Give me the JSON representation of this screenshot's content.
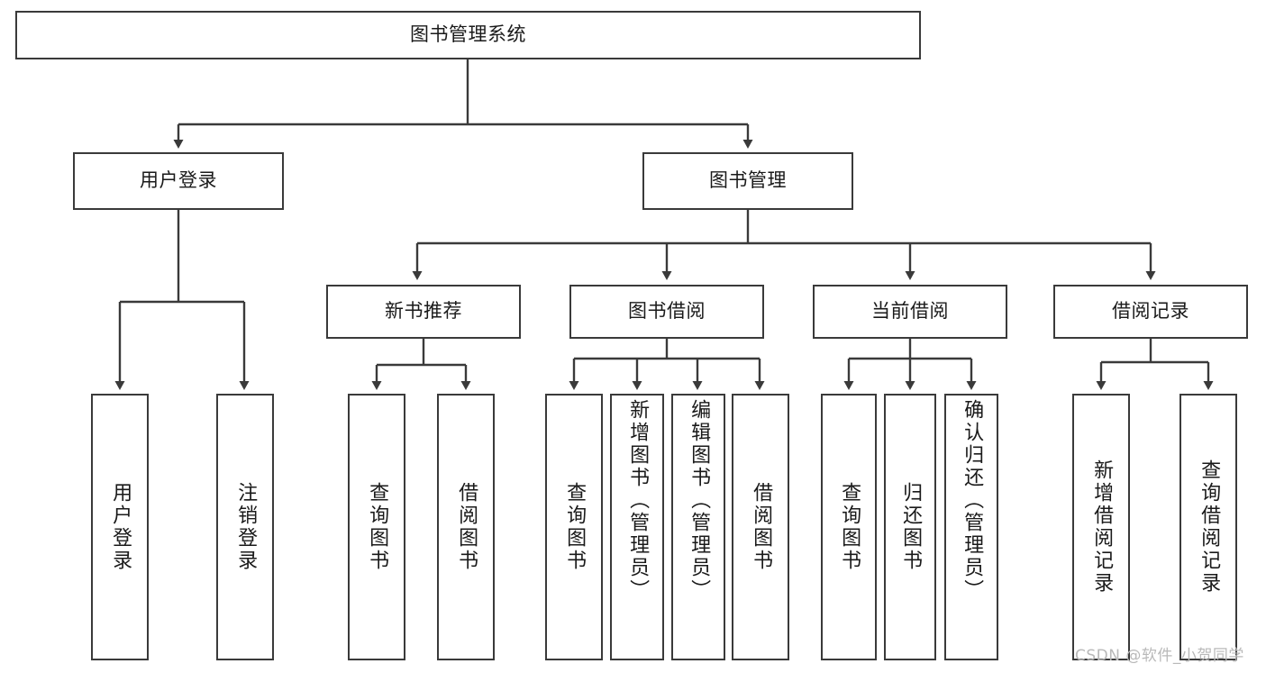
{
  "diagram": {
    "title": "图书管理系统",
    "watermark": "CSDN @软件_小贺同学",
    "line_color": "#3a3a3a",
    "box_fill": "#ffffff",
    "text_color": "#1a1a1a",
    "watermark_color": "#b9b9b9",
    "root": {
      "label": "图书管理系统"
    },
    "level2": [
      {
        "label": "用户登录"
      },
      {
        "label": "图书管理"
      }
    ],
    "level3": [
      {
        "label": "新书推荐"
      },
      {
        "label": "图书借阅"
      },
      {
        "label": "当前借阅"
      },
      {
        "label": "借阅记录"
      }
    ],
    "leaves": {
      "user_login": [
        {
          "label": "用户登录"
        },
        {
          "label": "注销登录"
        }
      ],
      "new_book_recommend": [
        {
          "label": "查询图书"
        },
        {
          "label": "借阅图书"
        }
      ],
      "book_borrow": [
        {
          "label": "查询图书"
        },
        {
          "label": "新增图书（管理员）"
        },
        {
          "label": "编辑图书（管理员）"
        },
        {
          "label": "借阅图书"
        }
      ],
      "current_borrow": [
        {
          "label": "查询图书"
        },
        {
          "label": "归还图书"
        },
        {
          "label": "确认归还（管理员）"
        }
      ],
      "borrow_record": [
        {
          "label": "新增借阅记录"
        },
        {
          "label": "查询借阅记录"
        }
      ]
    }
  }
}
